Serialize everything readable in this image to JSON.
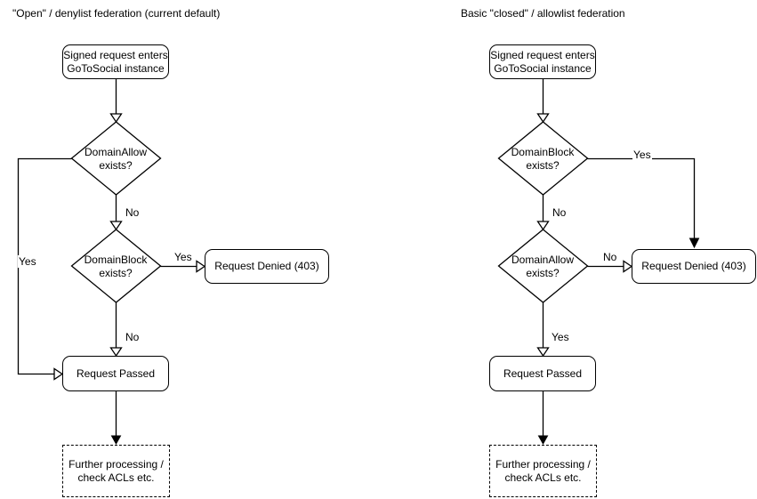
{
  "colors": {
    "background": "#ffffff",
    "stroke": "#000000",
    "text": "#000000"
  },
  "charts": [
    {
      "id": "open-denylist",
      "title": "\"Open\" / denylist federation (current default)",
      "nodes": {
        "start": "Signed request enters\nGoToSocial instance",
        "decision1": "DomainAllow\nexists?",
        "decision2": "DomainBlock\nexists?",
        "denied": "Request Denied (403)",
        "passed": "Request Passed",
        "further": "Further processing /\ncheck ACLs etc."
      },
      "edges": {
        "decision1_down": "No",
        "decision1_branch": "Yes",
        "decision2_branch": "Yes",
        "decision2_down": "No"
      }
    },
    {
      "id": "closed-allowlist",
      "title": "Basic \"closed\" / allowlist federation",
      "nodes": {
        "start": "Signed request enters\nGoToSocial instance",
        "decision1": "DomainBlock\nexists?",
        "decision2": "DomainAllow\nexists?",
        "denied": "Request Denied (403)",
        "passed": "Request Passed",
        "further": "Further processing /\ncheck ACLs etc."
      },
      "edges": {
        "decision1_branch": "Yes",
        "decision1_down": "No",
        "decision2_branch": "No",
        "decision2_down": "Yes"
      }
    }
  ]
}
